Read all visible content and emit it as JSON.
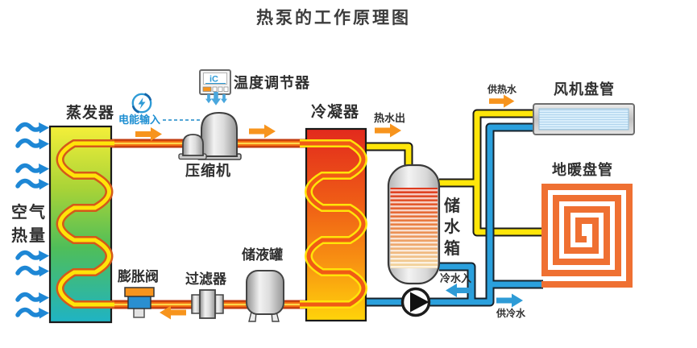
{
  "title": "热泵的工作原理图",
  "components": {
    "evaporator": "蒸发器",
    "air_heat": "空气\n热量",
    "power_input": "电能输入",
    "temp_controller": "温度调节器",
    "controller_screen": "iC",
    "compressor": "压缩机",
    "condenser": "冷凝器",
    "hot_water_out": "热水出",
    "water_tank": "储\n水\n箱",
    "expansion_valve": "膨胀阀",
    "filter": "过滤器",
    "liquid_receiver": "储液罐",
    "cold_water_in": "冷水入",
    "hot_water_supply": "供热水",
    "fan_coil": "风机盘管",
    "floor_coil": "地暖盘管",
    "cold_water_supply": "供冷水"
  },
  "colors": {
    "refrigerant_pipe": "#f26a10",
    "hot_water_pipe": "#ffe60a",
    "cold_water_pipe": "#2aa0dd",
    "arrow_orange": "#f7941d",
    "arrow_blue": "#1e87d5",
    "floor_coil_orange": "#ef7032",
    "evaporator_top": "#f4ef39",
    "evaporator_bottom": "#1fb3c4",
    "condenser_top": "#e22a1d",
    "condenser_bottom": "#ffd40a"
  }
}
